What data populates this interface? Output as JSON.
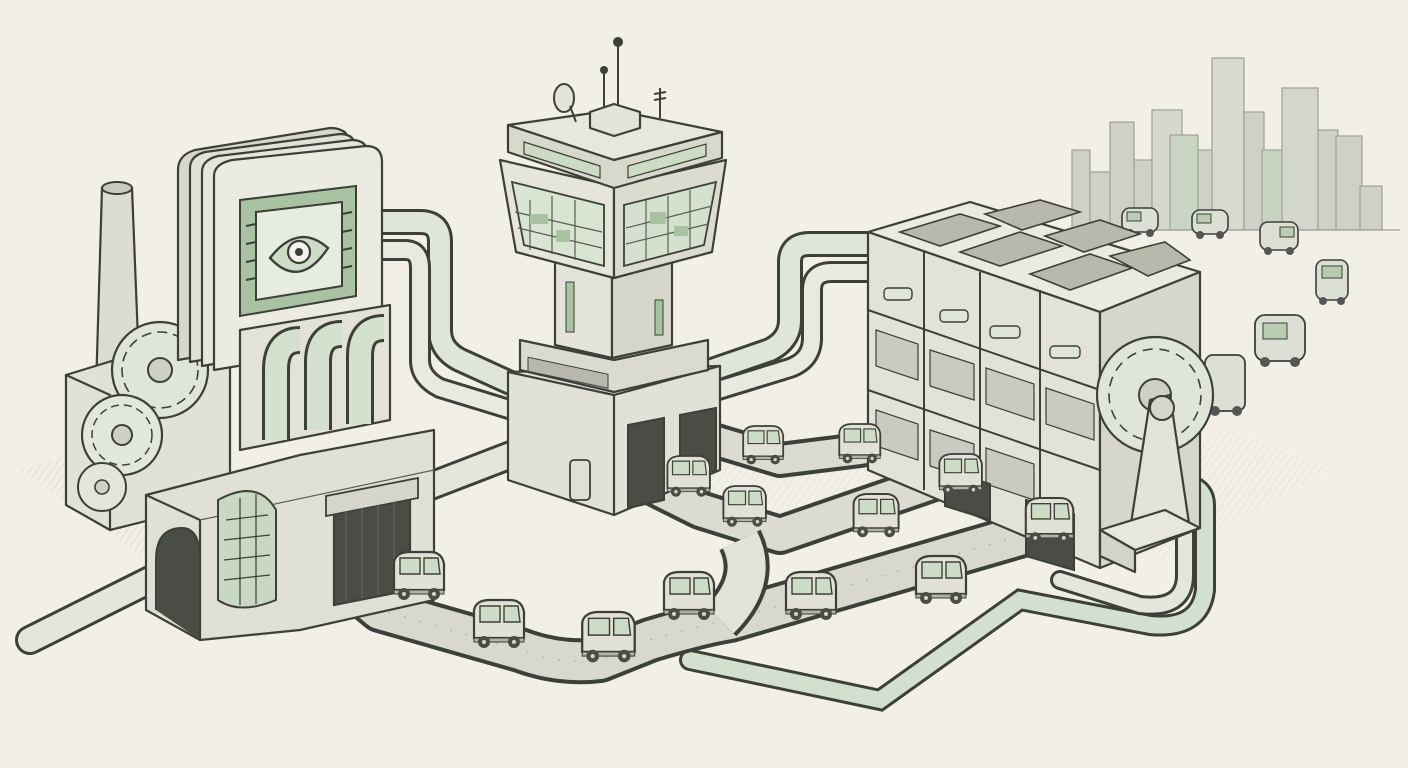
{
  "palette": {
    "paper": "#f1efe6",
    "ink": "#3c4038",
    "stone_light": "#e4e2d8",
    "stone_mid": "#cfcdc2",
    "stone_dark": "#b3b1a6",
    "accent_green": "#a9c2a1",
    "accent_green_light": "#cbdbc4",
    "accent_green_dark": "#7f9c78",
    "city": "#c4c6bd"
  },
  "scene": {
    "factory_chip_logo": "chip-eye-logo",
    "control_tower": "control-tower-with-antennas",
    "storage_grid": "parking-grid-building",
    "skyline": "distant-city-skyline",
    "vehicle_icon": "autonomous-shuttle"
  }
}
